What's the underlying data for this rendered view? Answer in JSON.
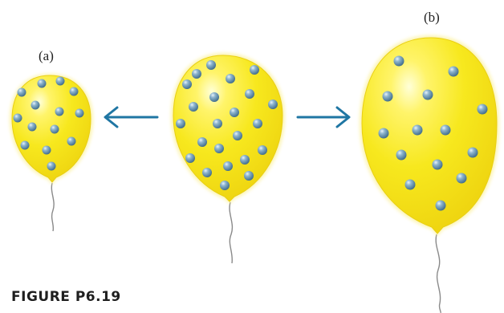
{
  "labels": {
    "a": "(a)",
    "b": "(b)"
  },
  "caption": "FIGURE P6.19",
  "colors": {
    "balloon_fill": "#f7e81e",
    "balloon_edge": "#e9cf12",
    "molecule": "#5f8fae",
    "arrow": "#1f76a3",
    "string": "#8a8a8a"
  },
  "icons": {
    "left_arrow": "arrow-left-icon",
    "right_arrow": "arrow-right-icon",
    "molecule": "gas-molecule-icon"
  }
}
